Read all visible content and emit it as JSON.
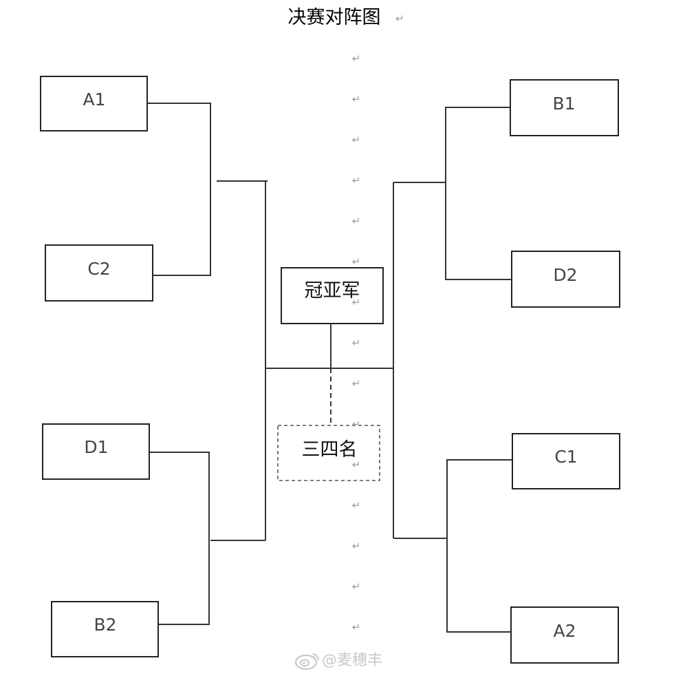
{
  "title": "决赛对阵图",
  "return_mark": "↵",
  "left_bracket": {
    "top": [
      "A1",
      "C2"
    ],
    "bottom": [
      "D1",
      "B2"
    ]
  },
  "right_bracket": {
    "top": [
      "B1",
      "D2"
    ],
    "bottom": [
      "C1",
      "A2"
    ]
  },
  "final_label": "冠亚军",
  "third_place_label": "三四名",
  "watermark": {
    "icon": "weibo-icon",
    "text": "@麦穗丰"
  }
}
